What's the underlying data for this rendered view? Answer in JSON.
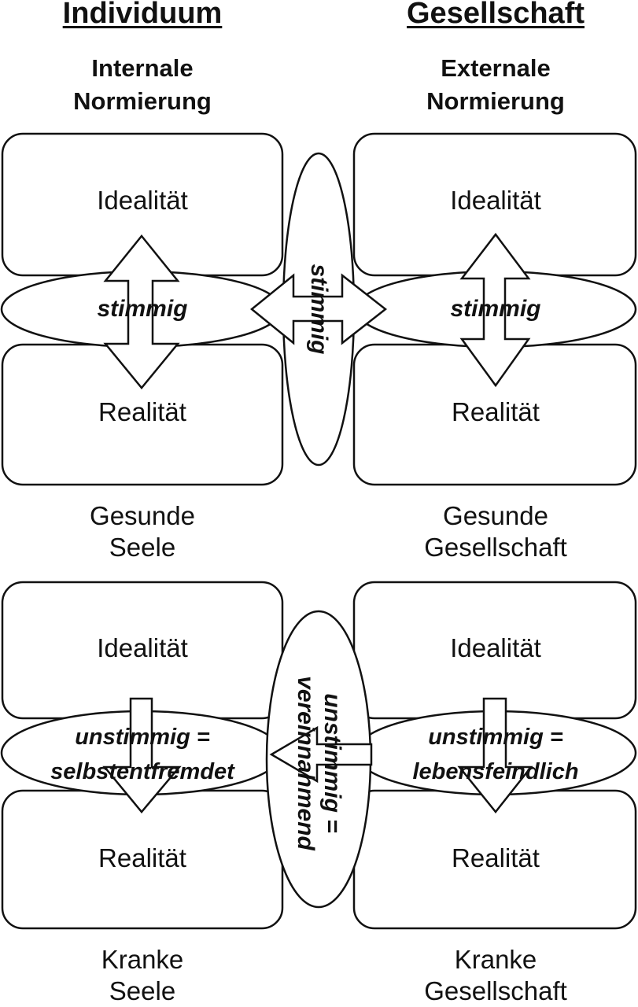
{
  "header": {
    "left_title": "Individuum",
    "right_title": "Gesellschaft",
    "left_sub": [
      "Internale",
      "Normierung"
    ],
    "right_sub": [
      "Externale",
      "Normierung"
    ]
  },
  "top": {
    "left_ideal": "Idealität",
    "left_real": "Realität",
    "right_ideal": "Idealität",
    "right_real": "Realität",
    "left_ellipse": "stimmig",
    "right_ellipse": "stimmig",
    "center_ellipse": "stimmig",
    "left_caption": [
      "Gesunde",
      "Seele"
    ],
    "right_caption": [
      "Gesunde",
      "Gesellschaft"
    ]
  },
  "bottom": {
    "left_ideal": "Idealität",
    "left_real": "Realität",
    "right_ideal": "Idealität",
    "right_real": "Realität",
    "left_ellipse": [
      "unstimmig =",
      "selbstentfremdet"
    ],
    "right_ellipse": [
      "unstimmig =",
      "lebensfeindlich"
    ],
    "center_ellipse": [
      "unstimmig =",
      "vereinnahmend"
    ],
    "left_caption": [
      "Kranke",
      "Seele"
    ],
    "right_caption": [
      "Kranke",
      "Gesellschaft"
    ]
  }
}
